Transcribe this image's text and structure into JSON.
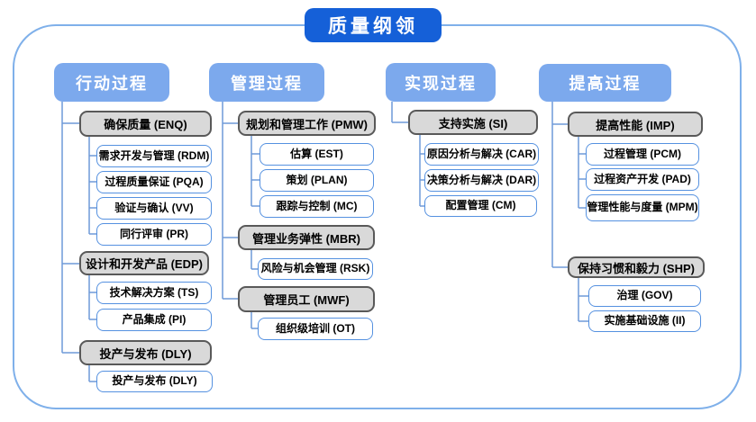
{
  "title": "质量纲领",
  "columns": [
    {
      "header": "行动过程",
      "groups": [
        {
          "label": "确保质量 (ENQ)",
          "children": [
            "需求开发与管理 (RDM)",
            "过程质量保证 (PQA)",
            "验证与确认 (VV)",
            "同行评审 (PR)"
          ]
        },
        {
          "label": "设计和开发产品 (EDP)",
          "children": [
            "技术解决方案 (TS)",
            "产品集成 (PI)"
          ]
        },
        {
          "label": "投产与发布 (DLY)",
          "children": [
            "投产与发布 (DLY)"
          ]
        }
      ]
    },
    {
      "header": "管理过程",
      "groups": [
        {
          "label": "规划和管理工作 (PMW)",
          "children": [
            "估算 (EST)",
            "策划 (PLAN)",
            "跟踪与控制 (MC)"
          ]
        },
        {
          "label": "管理业务弹性 (MBR)",
          "children": [
            "风险与机会管理 (RSK)"
          ]
        },
        {
          "label": "管理员工 (MWF)",
          "children": [
            "组织级培训 (OT)"
          ]
        }
      ]
    },
    {
      "header": "实现过程",
      "groups": [
        {
          "label": "支持实施 (SI)",
          "children": [
            "原因分析与解决 (CAR)",
            "决策分析与解决 (DAR)",
            "配置管理 (CM)"
          ]
        }
      ]
    },
    {
      "header": "提高过程",
      "groups": [
        {
          "label": "提高性能 (IMP)",
          "children": [
            "过程管理 (PCM)",
            "过程资产开发 (PAD)",
            "管理性能与度量 (MPM)"
          ]
        },
        {
          "label": "保持习惯和毅力 (SHP)",
          "children": [
            "治理 (GOV)",
            "实施基础设施 (II)"
          ]
        }
      ]
    }
  ],
  "colors": {
    "title_bg": "#1560d8",
    "header_bg": "#7ca9ed",
    "gray_fill": "#d9d9d9",
    "gray_border": "#595959",
    "leaf_border": "#5591e0",
    "connector": "#6f9ad8",
    "frame_border": "#7fb0ea",
    "title_text": "#ffffff",
    "node_text": "#000000"
  }
}
